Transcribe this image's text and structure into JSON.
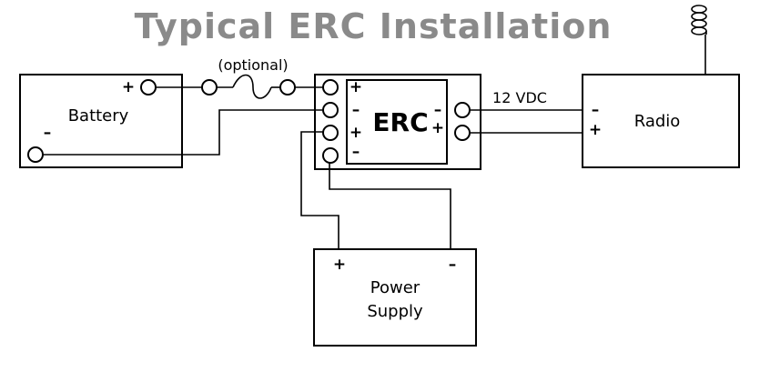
{
  "title": "Typical ERC Installation",
  "labels": {
    "optional": "(optional)",
    "battery": "Battery",
    "erc": "ERC",
    "voltage": "12 VDC",
    "radio": "Radio",
    "power_supply_line1": "Power",
    "power_supply_line2": "Supply"
  },
  "signs": {
    "plus": "+",
    "minus": "–"
  },
  "icons": {
    "fuse": "fuse-symbol",
    "antenna": "coil-antenna-symbol"
  }
}
